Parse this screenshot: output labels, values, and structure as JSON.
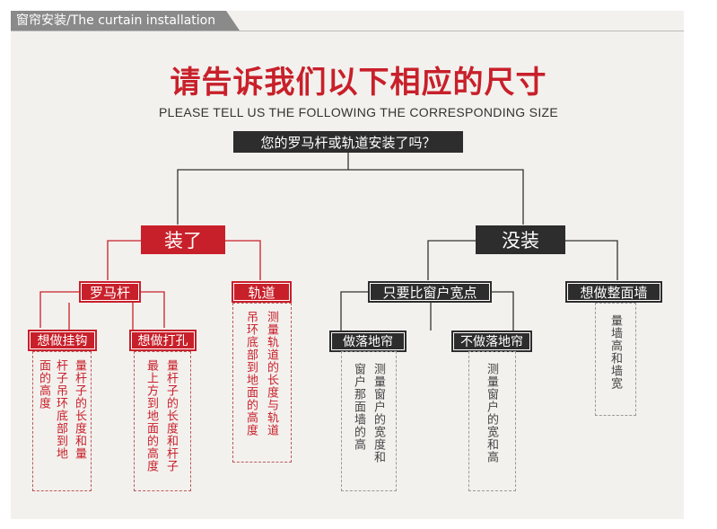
{
  "header": {
    "label": "窗帘安装/The curtain installation"
  },
  "title": "请告诉我们以下相应的尺寸",
  "subtitle": "PLEASE TELL US THE FOLLOWING THE CORRESPONDING SIZE",
  "nodes": {
    "question": "您的罗马杆或轨道安装了吗？",
    "installed": "装了",
    "not_installed": "没装",
    "roman_rod": "罗马杆",
    "track": "轨道",
    "hook": "想做挂钩",
    "punch": "想做打孔",
    "window_width": "只要比窗户宽点",
    "whole_wall": "想做整面墙",
    "floor_curtain": "做落地帘",
    "no_floor_curtain": "不做落地帘"
  },
  "notes": {
    "hook": [
      "量杆子的长度和量",
      "杆子吊环底部到地",
      "面的高度"
    ],
    "punch": [
      "量杆子的长度和杆子",
      "最上方到地面的高度"
    ],
    "track": [
      "测量轨道的长度与轨道",
      "吊环底部到地面的高度"
    ],
    "floor": [
      "测量窗户的宽度和",
      "窗户那面墙的高"
    ],
    "no_floor": [
      "测量窗户的宽和高"
    ],
    "wall": [
      "量墙高和墙宽"
    ]
  }
}
